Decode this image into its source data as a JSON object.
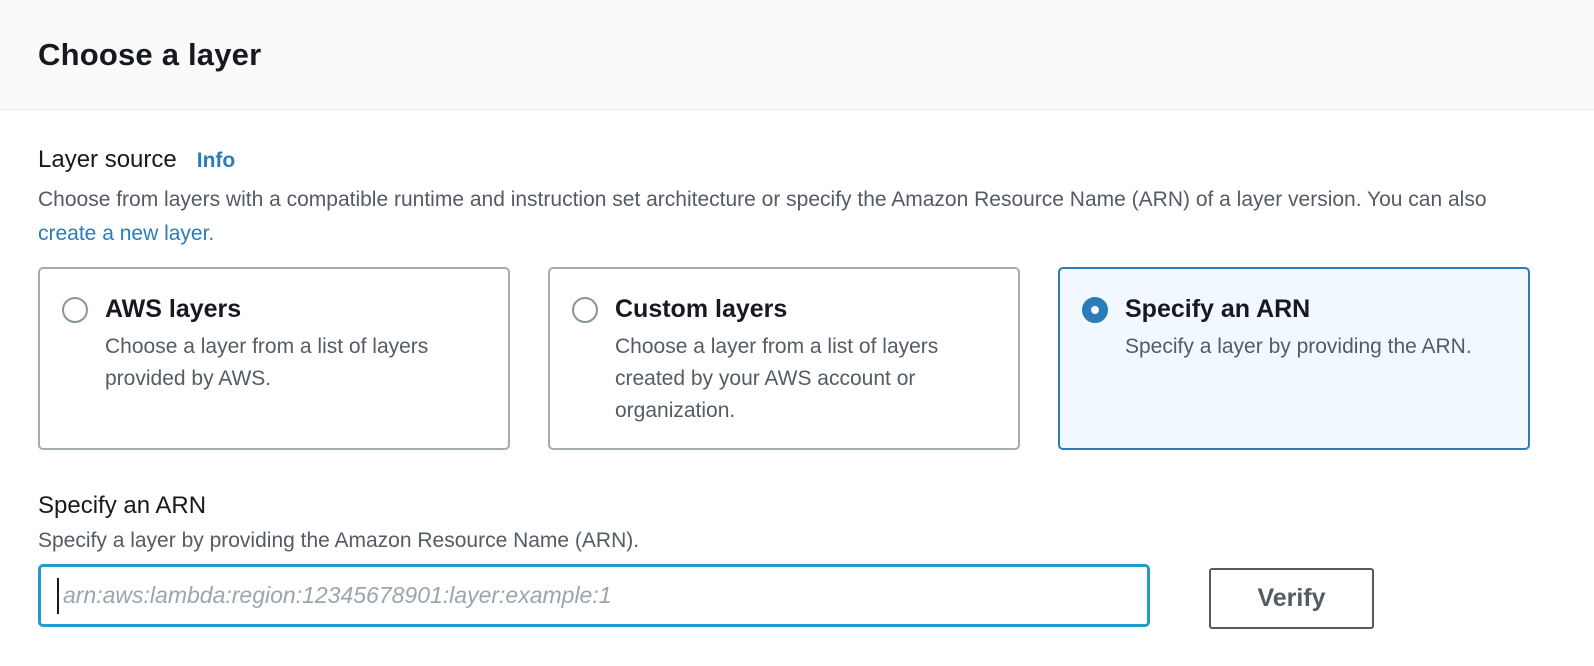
{
  "panel": {
    "title": "Choose a layer"
  },
  "layer_source": {
    "label": "Layer source",
    "info_link_label": "Info",
    "description": "Choose from layers with a compatible runtime and instruction set architecture or specify the Amazon Resource Name (ARN) of a layer version. You can also ",
    "create_link_label": "create a new layer."
  },
  "options": [
    {
      "title": "AWS layers",
      "description": "Choose a layer from a list of layers provided by AWS.",
      "selected": false
    },
    {
      "title": "Custom layers",
      "description": "Choose a layer from a list of layers created by your AWS account or organization.",
      "selected": false
    },
    {
      "title": "Specify an ARN",
      "description": "Specify a layer by providing the ARN.",
      "selected": true
    }
  ],
  "arn_section": {
    "label": "Specify an ARN",
    "description": "Specify a layer by providing the Amazon Resource Name (ARN).",
    "input_value": "",
    "input_placeholder": "arn:aws:lambda:region:12345678901:layer:example:1",
    "verify_button_label": "Verify"
  },
  "colors": {
    "accent_blue": "#2b7cb9",
    "selected_card_bg": "#f1f8ff",
    "focused_input_border": "#1f9cc9",
    "text_dark": "#16191f",
    "text_gray": "#545b64",
    "header_bg": "#fafafa",
    "divider": "#eaeded"
  }
}
